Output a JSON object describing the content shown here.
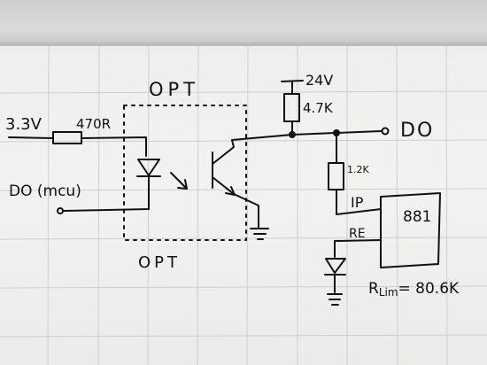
{
  "labels": {
    "opt_top": "OPT",
    "opt_bottom": "OPT",
    "v_in": "3.3V",
    "r_in": "470R",
    "do_mcu": "DO (mcu)",
    "v_supply": "24V",
    "r_pullup": "4.7K",
    "do_out": "DO",
    "r_series": "1.2K",
    "pin_ip": "IP",
    "pin_re": "RE",
    "chip": "881",
    "r_lim": "R",
    "r_lim_sub": "Lim",
    "r_lim_value": "= 80.6K"
  },
  "colors": {
    "ink": "#111111",
    "board": "#f1f3f0",
    "grid": "#c9cfd6"
  }
}
